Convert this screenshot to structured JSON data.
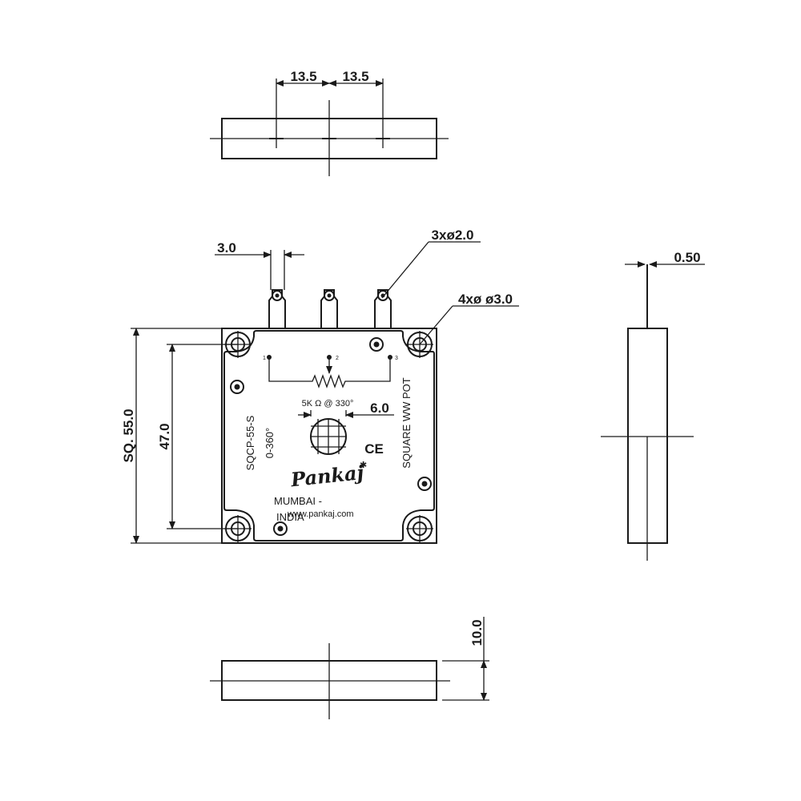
{
  "drawing": {
    "top_view": {
      "dim_left": "13.5",
      "dim_right": "13.5"
    },
    "front_view": {
      "pin_pitch_dim": "3.0",
      "terminal_hole_callout": "3xø2.0",
      "mount_hole_callout": "4xø  ø3.0",
      "size_dim": "SQ. 55.0",
      "hole_spacing_dim": "47.0",
      "center_dim": "6.0",
      "pin_labels": [
        "1",
        "2",
        "3"
      ],
      "face": {
        "model": "SQCP-55-S",
        "range": "0-360°",
        "rating": "5K Ω @ 330°",
        "product": "SQUARE WW POT",
        "ce_mark": "CE",
        "brand": "Pankaj",
        "city": "MUMBAI -",
        "country": "INDIA",
        "website": "www.pankaj.com"
      }
    },
    "side_view": {
      "shaft_dim": "0.50"
    },
    "bottom_view": {
      "thickness_dim": "10.0"
    }
  }
}
